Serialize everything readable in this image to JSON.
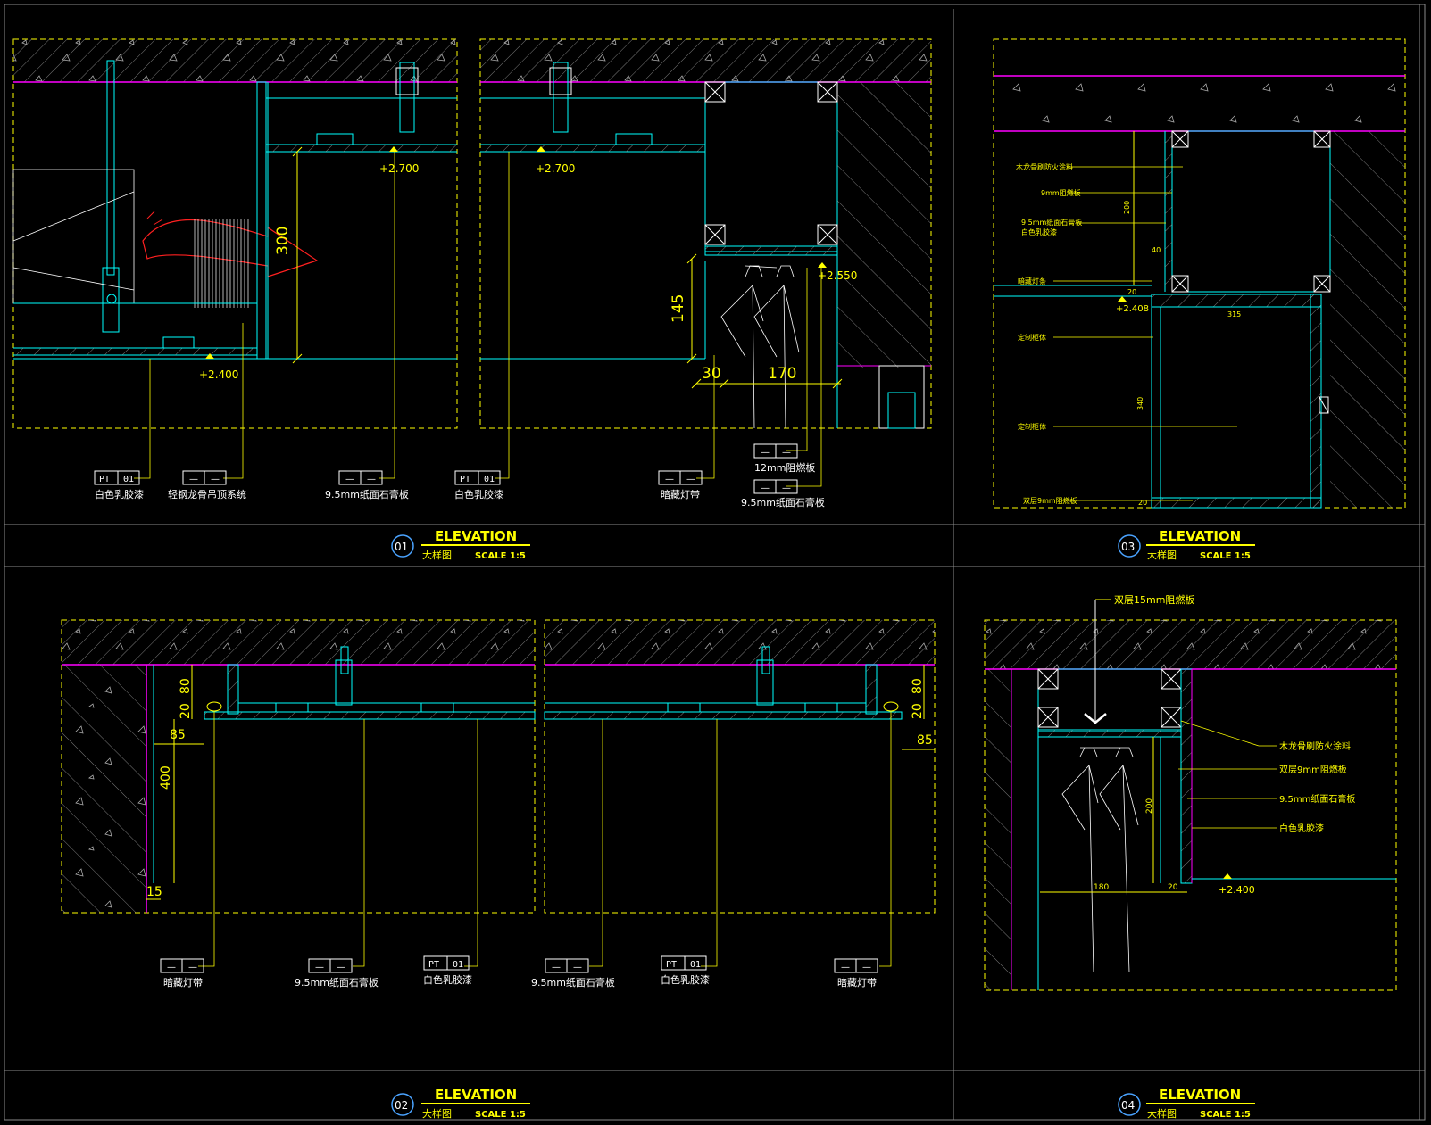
{
  "panels": {
    "p01": {
      "num": "01",
      "title": "ELEVATION",
      "sub": "大样图",
      "scale": "SCALE 1:5"
    },
    "p02": {
      "num": "02",
      "title": "ELEVATION",
      "sub": "大样图",
      "scale": "SCALE 1:5"
    },
    "p03": {
      "num": "03",
      "title": "ELEVATION",
      "sub": "大样图",
      "scale": "SCALE 1:5"
    },
    "p04": {
      "num": "04",
      "title": "ELEVATION",
      "sub": "大样图",
      "scale": "SCALE 1:5"
    }
  },
  "levels": {
    "l2400": "+2.400",
    "l2700": "+2.700",
    "l2550": "+2.550",
    "l2408": "+2.408"
  },
  "dims": {
    "d300": "300",
    "d145": "145",
    "d30": "30",
    "d170": "170",
    "d80": "80",
    "d20": "20",
    "d85": "85",
    "d400": "400",
    "d15": "15",
    "d200": "200",
    "d40": "40",
    "d315": "315",
    "d340": "340",
    "d180": "180"
  },
  "tags": {
    "pt": "PT",
    "n01": "01",
    "dash": "—"
  },
  "labels": {
    "white_latex": "白色乳胶漆",
    "white_latex_alt": "白色乳胶漆",
    "light_steel": "轻钢龙骨吊顶系统",
    "gypsum": "9.5mm纸面石膏板",
    "hidden_light": "暗藏灯带",
    "board12": "12mm阻燃板",
    "p03_wood_fire": "木龙骨刷防火涂料",
    "p03_9mm": "9mm阻燃板",
    "p03_gypsum_1": "9.5mm纸面石膏板",
    "p03_gypsum_2": "白色乳胶漆",
    "p03_hidden": "暗藏灯条",
    "p03_cab1": "定制柜体",
    "p03_cab2": "定制柜体",
    "p03_double": "双层9mm阻燃板",
    "p04_top": "双层15mm阻燃板",
    "p04_wood": "木龙骨刷防火涂料",
    "p04_double9": "双层9mm阻燃板",
    "p04_gypsum": "9.5mm纸面石膏板",
    "p04_latex": "白色乳胶漆"
  },
  "colors": {
    "cyan": "#00ffff",
    "magenta": "#ff00ff",
    "yellow": "#ffff00",
    "red": "#ff2020",
    "white": "#ffffff",
    "frame": "#8a8a8a"
  }
}
